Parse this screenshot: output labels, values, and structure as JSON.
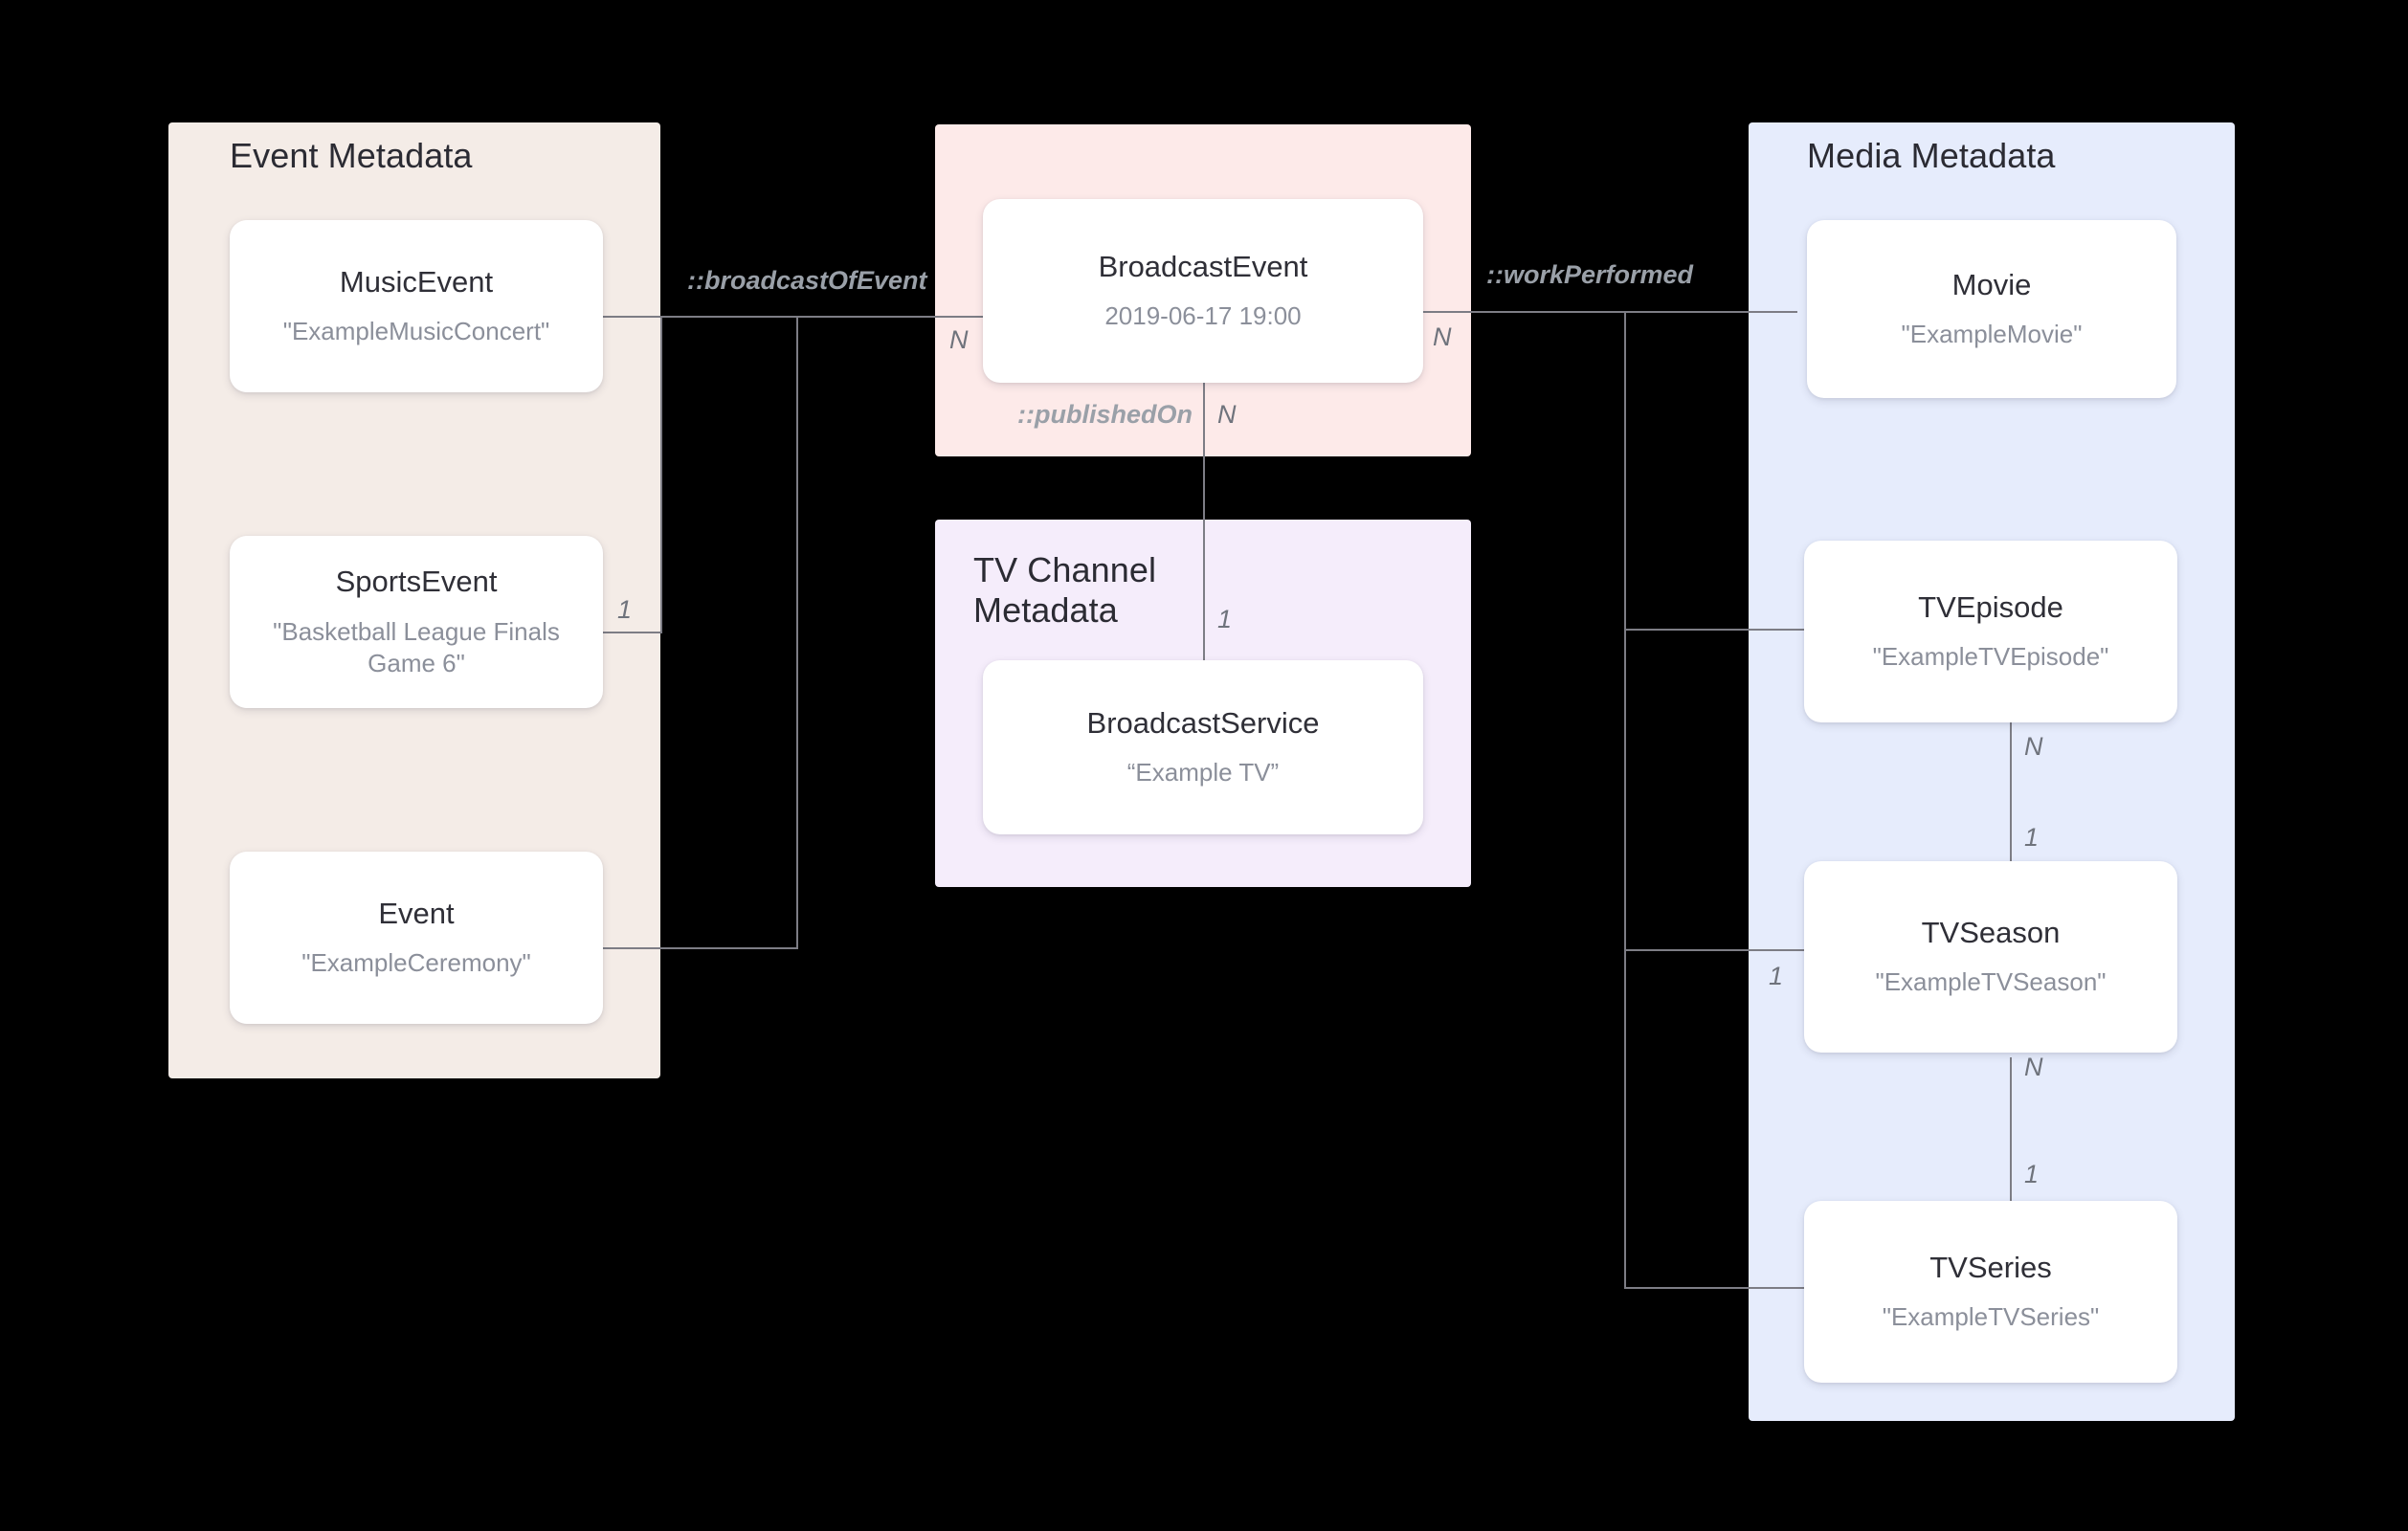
{
  "diagram": {
    "title": "Broadcast metadata entity relationship diagram",
    "colors": {
      "event_panel": "#f4ece7",
      "broadcast_panel": "#fdeae9",
      "tvchannel_panel": "#f5edfb",
      "media_panel": "#e6ecfc",
      "card_background": "#ffffff",
      "connector": "#7d7d85",
      "type_text": "#2f2f37",
      "value_text": "#8b8f9a",
      "label_text": "#9aa0a8",
      "background": "#000000"
    }
  },
  "panels": {
    "event_metadata": {
      "title": "Event Metadata"
    },
    "broadcast": {
      "title": ""
    },
    "tv_channel_metadata": {
      "title": "TV Channel\nMetadata"
    },
    "media_metadata": {
      "title": "Media Metadata"
    }
  },
  "entities": {
    "music_event": {
      "type": "MusicEvent",
      "value": "\"ExampleMusicConcert\""
    },
    "sports_event": {
      "type": "SportsEvent",
      "value": "\"Basketball League Finals Game 6\""
    },
    "event": {
      "type": "Event",
      "value": "\"ExampleCeremony\""
    },
    "broadcast_event": {
      "type": "BroadcastEvent",
      "value": "2019-06-17 19:00"
    },
    "broadcast_service": {
      "type": "BroadcastService",
      "value": "“Example TV”"
    },
    "movie": {
      "type": "Movie",
      "value": "\"ExampleMovie\""
    },
    "tv_episode": {
      "type": "TVEpisode",
      "value": "\"ExampleTVEpisode\""
    },
    "tv_season": {
      "type": "TVSeason",
      "value": "\"ExampleTVSeason\""
    },
    "tv_series": {
      "type": "TVSeries",
      "value": "\"ExampleTVSeries\""
    }
  },
  "relationships": {
    "broadcast_of_event": {
      "label": "::broadcastOfEvent",
      "source_cardinality": "1",
      "target_cardinality": "N"
    },
    "work_performed": {
      "label": "::workPerformed",
      "source_cardinality": "N",
      "target_cardinality": ""
    },
    "published_on": {
      "label": "::publishedOn",
      "source_cardinality": "N",
      "target_cardinality": "1"
    },
    "episode_in_season": {
      "source_cardinality": "N",
      "target_cardinality": "1"
    },
    "season_in_series": {
      "source_cardinality": "N",
      "target_cardinality": "1"
    },
    "season_branch": {
      "source_cardinality": "1"
    }
  }
}
